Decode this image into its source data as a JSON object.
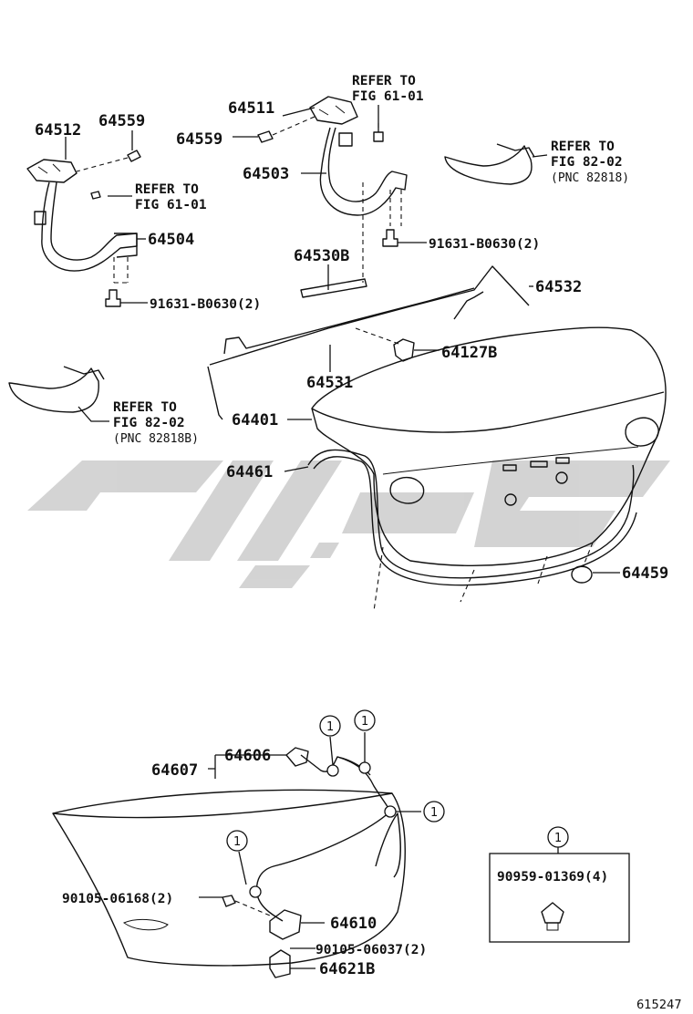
{
  "watermark": {
    "color": "#cfcfcf"
  },
  "parts": {
    "p64512": "64512",
    "p64559a": "64559",
    "p64511": "64511",
    "p64559b": "64559",
    "p64503": "64503",
    "p64504": "64504",
    "p64530b": "64530B",
    "p64532": "64532",
    "p64127b": "64127B",
    "p64531": "64531",
    "p64401": "64401",
    "p64461": "64461",
    "p64459": "64459",
    "p91631a": "91631-B0630(2)",
    "p91631b": "91631-B0630(2)",
    "p64607": "64607",
    "p64606": "64606",
    "p90105a": "90105-06168(2)",
    "p64610": "64610",
    "p90105b": "90105-06037(2)",
    "p64621b": "64621B",
    "p90959": "90959-01369(4)"
  },
  "refs": {
    "ref1_l1": "REFER TO",
    "ref1_l2": "FIG 61-01",
    "ref2_l1": "REFER TO",
    "ref2_l2": "FIG 61-01",
    "ref3_l1": "REFER TO",
    "ref3_l2": "FIG 82-02",
    "ref3_l3": "(PNC 82818)",
    "ref4_l1": "REFER TO",
    "ref4_l2": "FIG 82-02",
    "ref4_l3": "(PNC 82818B)"
  },
  "callouts": {
    "circle_label": "1"
  },
  "figure_number": "615247"
}
